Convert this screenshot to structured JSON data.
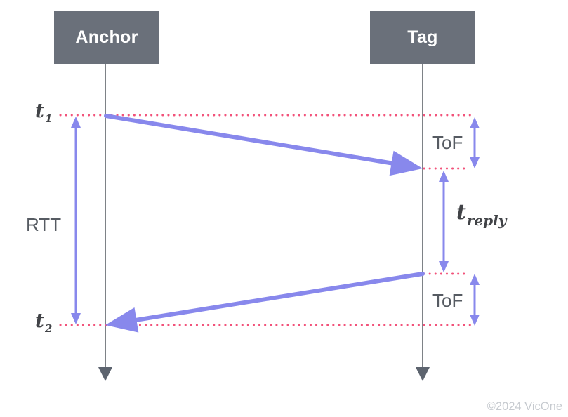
{
  "diagram": {
    "participants": [
      {
        "label": "Anchor"
      },
      {
        "label": "Tag"
      }
    ],
    "annotations": {
      "t1": {
        "base": "t",
        "sub": "1"
      },
      "t2": {
        "base": "t",
        "sub": "2"
      },
      "rtt": "RTT",
      "tof_upper": "ToF",
      "tof_lower": "ToF",
      "t_reply": {
        "base": "t",
        "sub": "reply"
      }
    }
  },
  "footer": {
    "copyright": "©2024 VicOne"
  },
  "colors": {
    "box_fill": "#6a707a",
    "box_text": "#ffffff",
    "lifeline": "#7e8287",
    "lifeline_arrow": "#5d646f",
    "message_arrow": "#8888ec",
    "dotted_line": "#f2527a",
    "label_text": "#565b62",
    "timestamp_text": "#414347",
    "copyright_text": "#c6cacf",
    "background": "#ffffff"
  }
}
